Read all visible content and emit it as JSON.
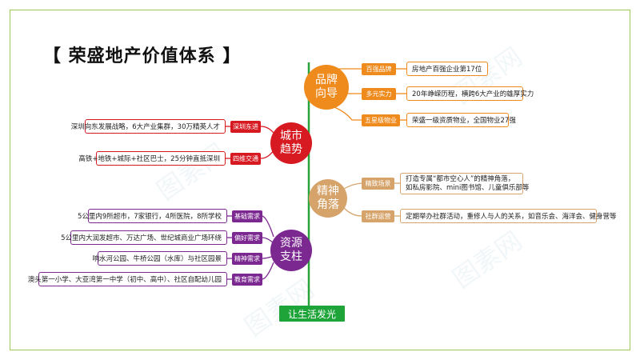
{
  "title": "【 荣盛地产价值体系 】",
  "watermark": "图素网",
  "center": "让生活发光",
  "colors": {
    "trunk": "#2aa23a",
    "brand": "#ef8a1c",
    "city": "#d71a21",
    "spirit": "#d6a36a",
    "resource": "#7b2890"
  },
  "branches": {
    "brand": {
      "label": "品牌\n向导",
      "items": [
        {
          "tag": "百强品牌",
          "text": "房地产百强企业第17位"
        },
        {
          "tag": "多元实力",
          "text": "20年峥嵘历程，横跨6大产业的雄厚实力"
        },
        {
          "tag": "五星级物业",
          "text": "荣盛一级资质物业，全国物业27强"
        }
      ]
    },
    "city": {
      "label": "城市\n趋势",
      "items": [
        {
          "tag": "深圳东进",
          "text": "深圳向东发展战略，6大产业集群，30万精英人才"
        },
        {
          "tag": "四维交通",
          "text": "高铁+地铁+城际+社区巴士，25分钟直抵深圳"
        }
      ]
    },
    "spirit": {
      "label": "精神\n角落",
      "items": [
        {
          "tag": "精致场景",
          "line1": "打造专属“都市空心人”的精神角落，",
          "line2": "如私房影院、mini图书馆、儿童俱乐部等"
        },
        {
          "tag": "社群运营",
          "text": "定期举办社群活动，重修人与人的关系，如音乐会、海洋会、健身营等"
        }
      ]
    },
    "resource": {
      "label": "资源\n支柱",
      "items": [
        {
          "tag": "基础需求",
          "text": "5公里内9所超市，7家银行，4所医院，8所学校"
        },
        {
          "tag": "偏好需求",
          "text": "5公里内大润发超市、万达广场、世纪城商业广场环绕"
        },
        {
          "tag": "精神需求",
          "text": "响水河公园、牛桥公园（水库）与社区园景"
        },
        {
          "tag": "教育需求",
          "text": "澳头第一小学、大亚湾第一中学（初中、高中）、社区自配幼儿园"
        }
      ]
    }
  }
}
